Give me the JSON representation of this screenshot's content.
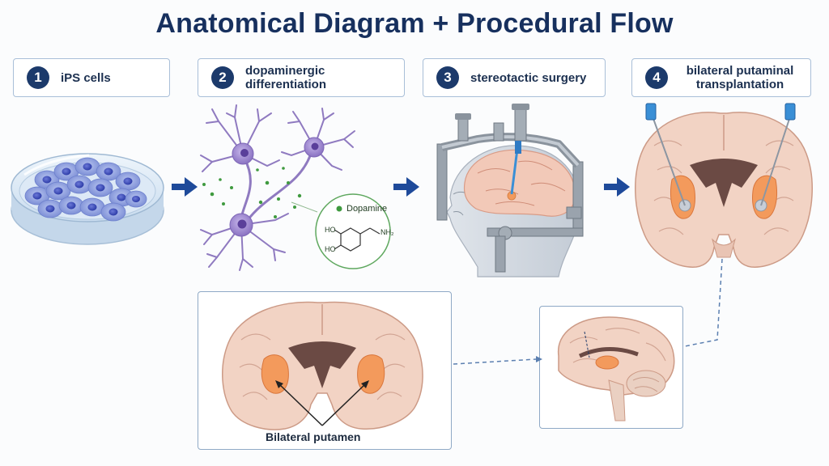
{
  "title": "Anatomical Diagram + Procedural Flow",
  "steps": [
    {
      "number": "1",
      "label": "iPS cells"
    },
    {
      "number": "2",
      "label": "dopaminergic differentiation"
    },
    {
      "number": "3",
      "label": "stereotactic surgery"
    },
    {
      "number": "4",
      "label": "bilateral putaminal transplantation"
    }
  ],
  "dopamine": {
    "label": "Dopamine",
    "groups": [
      "HO",
      "HO",
      "NH₂"
    ]
  },
  "bottom_caption": "Bilateral putamen",
  "colors": {
    "navy": "#1c3a6b",
    "arrow_blue": "#1e4a9a",
    "brain_tissue": "#f2d3c4",
    "putamen": "#f39a5c",
    "neuron": "#9a86c8",
    "dopamine_green": "#3f9a3f"
  }
}
